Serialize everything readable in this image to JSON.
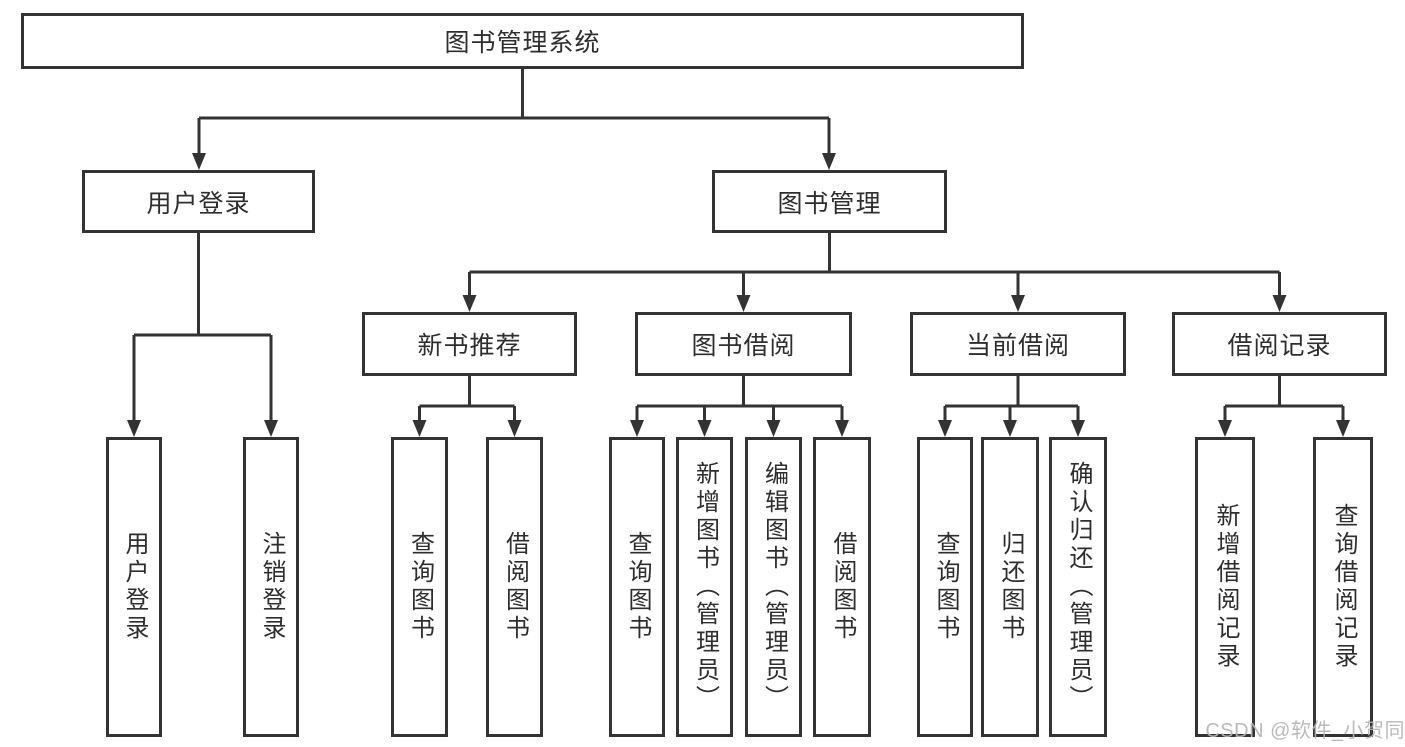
{
  "root": {
    "label": "图书管理系统"
  },
  "branches": {
    "user_login": {
      "label": "用户登录",
      "children": {
        "login": "用户登录",
        "logout": "注销登录"
      }
    },
    "book_mgmt": {
      "label": "图书管理",
      "modules": {
        "new_book": {
          "label": "新书推荐",
          "children": {
            "query": "查询图书",
            "borrow": "借阅图书"
          }
        },
        "borrow": {
          "label": "图书借阅",
          "children": {
            "query": "查询图书",
            "add": "新增图书（管理员）",
            "edit": "编辑图书（管理员）",
            "borrow": "借阅图书"
          }
        },
        "current": {
          "label": "当前借阅",
          "children": {
            "query": "查询图书",
            "return": "归还图书",
            "confirm": "确认归还（管理员）"
          }
        },
        "records": {
          "label": "借阅记录",
          "children": {
            "add": "新增借阅记录",
            "query": "查询借阅记录"
          }
        }
      }
    }
  },
  "watermark": "CSDN @软件_小贺同学",
  "colors": {
    "line": "#333333",
    "text": "#2e2e2e",
    "background": "#ffffff",
    "watermark": "#b5b5b5"
  }
}
